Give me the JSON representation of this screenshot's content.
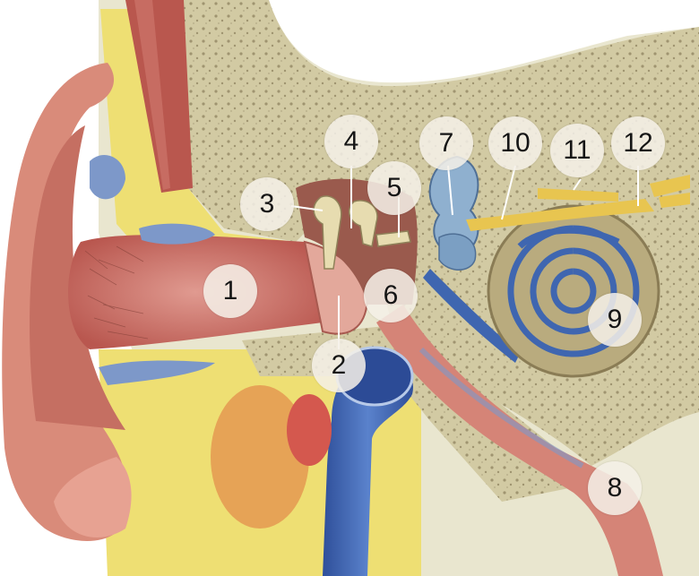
{
  "diagram": {
    "labels": [
      "1",
      "2",
      "3",
      "4",
      "5",
      "6",
      "7",
      "8",
      "9",
      "10",
      "11",
      "12"
    ]
  },
  "colors": {
    "skin": "#d98b7a",
    "skin_dark": "#b85e52",
    "canal": "#c96a62",
    "fat": "#efe27a",
    "bone": "#cfc7a0",
    "bone_spots": "#a99e78",
    "vessel": "#3f66b0",
    "muscle": "#b14d45",
    "cochlea": "#b9ab7e",
    "nerve": "#e8c550",
    "canal_blue": "#7d98c9",
    "gland": "#e6a356"
  }
}
